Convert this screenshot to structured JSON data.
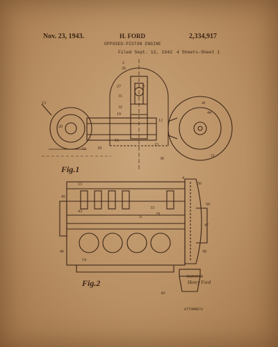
{
  "header": {
    "date": "Nov. 23, 1943.",
    "inventor": "H. FORD",
    "patent_number": "2,334,917",
    "title": "OPPOSED-PISTON ENGINE",
    "filed": "Filed Sept. 12, 1942",
    "sheets": "4 Sheets-Sheet 1"
  },
  "figures": {
    "fig1_label": "Fig.1",
    "fig2_label": "Fig.2"
  },
  "signature": {
    "inventor_heading": "INVENTOR",
    "inventor_sig": "Henry Ford",
    "by": "BY",
    "attorneys_heading": "ATTORNEYS"
  },
  "colors": {
    "paper": "#c09a6e",
    "ink": "#3b2416"
  }
}
